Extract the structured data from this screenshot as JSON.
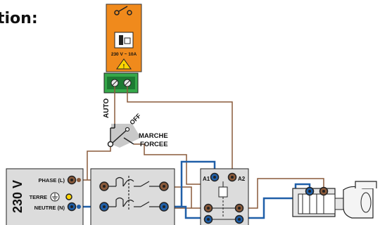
{
  "heading": "tion:",
  "relay": {
    "rating": "230 V ~ 10A",
    "warning_symbol": "⚠",
    "label_auto": "AUTO",
    "label_off": "OFF",
    "label_marche": "MARCHE",
    "label_forcee": "FORCEE"
  },
  "supply": {
    "voltage": "230 V",
    "phase": "PHASE (L)",
    "earth": "TERRE",
    "neutral": "NEUTRE (N)"
  },
  "contactor": {
    "coil_a1": "A1",
    "coil_a2": "A2"
  },
  "colors": {
    "brown_wire": "#8a5a3a",
    "blue_wire": "#1f5fa8",
    "relay_orange": "#f08a1c",
    "terminal_green": "#36a84a",
    "panel_grey": "#dcdcdc"
  }
}
